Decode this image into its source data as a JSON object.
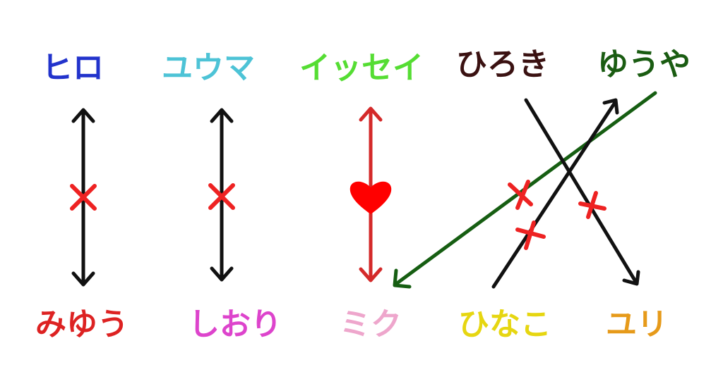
{
  "colors": {
    "arrow_black": "#111111",
    "arrow_red": "#d42a2a",
    "arrow_green": "#165e12",
    "mark_red": "#ee2222",
    "heart_red": "#ff0000"
  },
  "top_names": [
    {
      "text": "ヒロ",
      "color": "#2233cc"
    },
    {
      "text": "ユウマ",
      "color": "#4dc3d6"
    },
    {
      "text": "イッセイ",
      "color": "#55dd33"
    },
    {
      "text": "ひろき",
      "color": "#3a1111"
    },
    {
      "text": "ゆうや",
      "color": "#1a5c12"
    }
  ],
  "bottom_names": [
    {
      "text": "みゆう",
      "color": "#dd2222"
    },
    {
      "text": "しおり",
      "color": "#dd44cc"
    },
    {
      "text": "ミク",
      "color": "#eea6cc"
    },
    {
      "text": "ひなこ",
      "color": "#e6d611"
    },
    {
      "text": "ユリ",
      "color": "#e69a1a"
    }
  ],
  "links": [
    {
      "from": "ヒロ",
      "to": "みゆう",
      "direction": "both",
      "color": "black",
      "mark": "cross"
    },
    {
      "from": "ユウマ",
      "to": "しおり",
      "direction": "both",
      "color": "black",
      "mark": "cross"
    },
    {
      "from": "イッセイ",
      "to": "ミク",
      "direction": "both",
      "color": "red",
      "mark": "heart"
    },
    {
      "from": "ゆうや",
      "to": "ミク",
      "direction": "one-way",
      "color": "green",
      "mark": "cross"
    },
    {
      "from": "ひなこ",
      "to": "ゆうや",
      "direction": "one-way",
      "color": "black",
      "mark": "cross"
    },
    {
      "from": "ひろき",
      "to": "ユリ",
      "direction": "one-way",
      "color": "black",
      "mark": "cross"
    }
  ]
}
